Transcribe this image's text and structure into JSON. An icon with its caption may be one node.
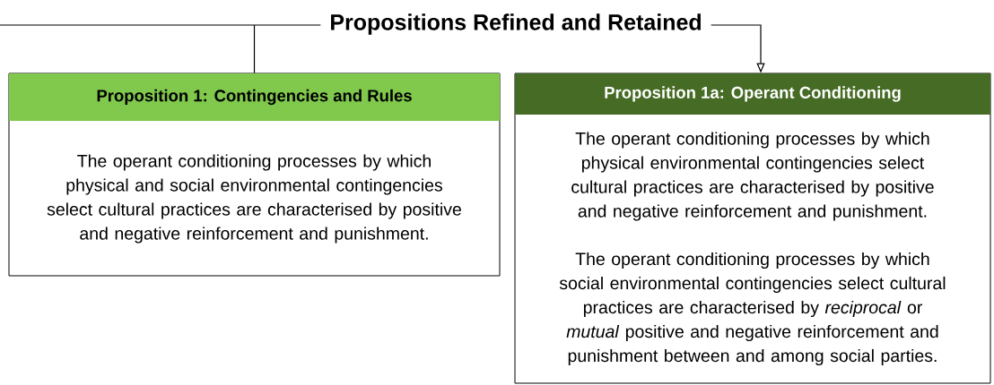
{
  "diagram": {
    "title": "Propositions Refined and Retained",
    "nodes": [
      {
        "text": [
          "Proposition 1: Contingencies and Rules",
          "The operant conditioning processes by which physical and social environmental contingencies select cultural practices are characterised by positive and negative reinforcement and punishment."
        ]
      },
      {
        "text": [
          "Proposition 1a: Operant Conditioning",
          "The operant conditioning processes by which physical environmental contingencies select cultural practices are characterised by positive and negative reinforcement and punishment.",
          "The operant conditioning processes by which social environmental contingencies select cultural practices are characterised by *reciprocal* or *mutual* positive and negative reinforcement and punishment between and among social parties."
        ]
      }
    ],
    "edges": [
      {
        "from": 0,
        "to": 1,
        "arrow": "to"
      }
    ]
  }
}
